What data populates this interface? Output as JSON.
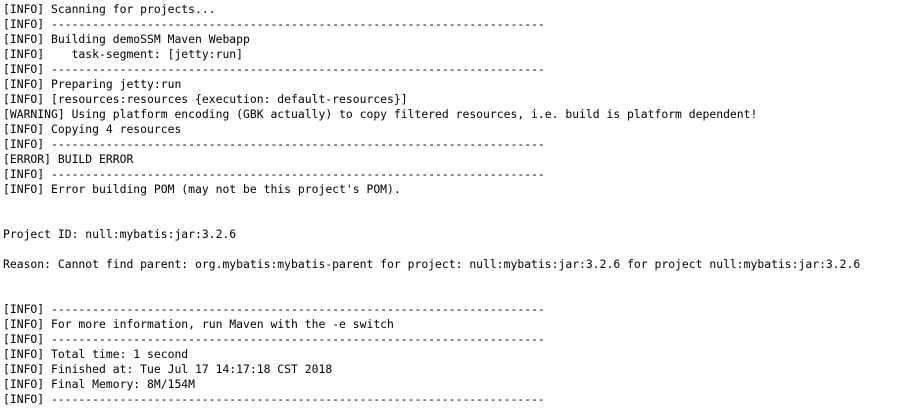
{
  "console": {
    "text_color": "#000000",
    "background_color": "#ffffff",
    "lines": [
      "[INFO] Scanning for projects...",
      "[INFO] ------------------------------------------------------------------------",
      "[INFO] Building demoSSM Maven Webapp",
      "[INFO]    task-segment: [jetty:run]",
      "[INFO] ------------------------------------------------------------------------",
      "[INFO] Preparing jetty:run",
      "[INFO] [resources:resources {execution: default-resources}]",
      "[WARNING] Using platform encoding (GBK actually) to copy filtered resources, i.e. build is platform dependent!",
      "[INFO] Copying 4 resources",
      "[INFO] ------------------------------------------------------------------------",
      "[ERROR] BUILD ERROR",
      "[INFO] ------------------------------------------------------------------------",
      "[INFO] Error building POM (may not be this project's POM).",
      "",
      "",
      "Project ID: null:mybatis:jar:3.2.6",
      "",
      "Reason: Cannot find parent: org.mybatis:mybatis-parent for project: null:mybatis:jar:3.2.6 for project null:mybatis:jar:3.2.6",
      "",
      "",
      "[INFO] ------------------------------------------------------------------------",
      "[INFO] For more information, run Maven with the -e switch",
      "[INFO] ------------------------------------------------------------------------",
      "[INFO] Total time: 1 second",
      "[INFO] Finished at: Tue Jul 17 14:17:18 CST 2018",
      "[INFO] Final Memory: 8M/154M",
      "[INFO] ------------------------------------------------------------------------"
    ]
  }
}
